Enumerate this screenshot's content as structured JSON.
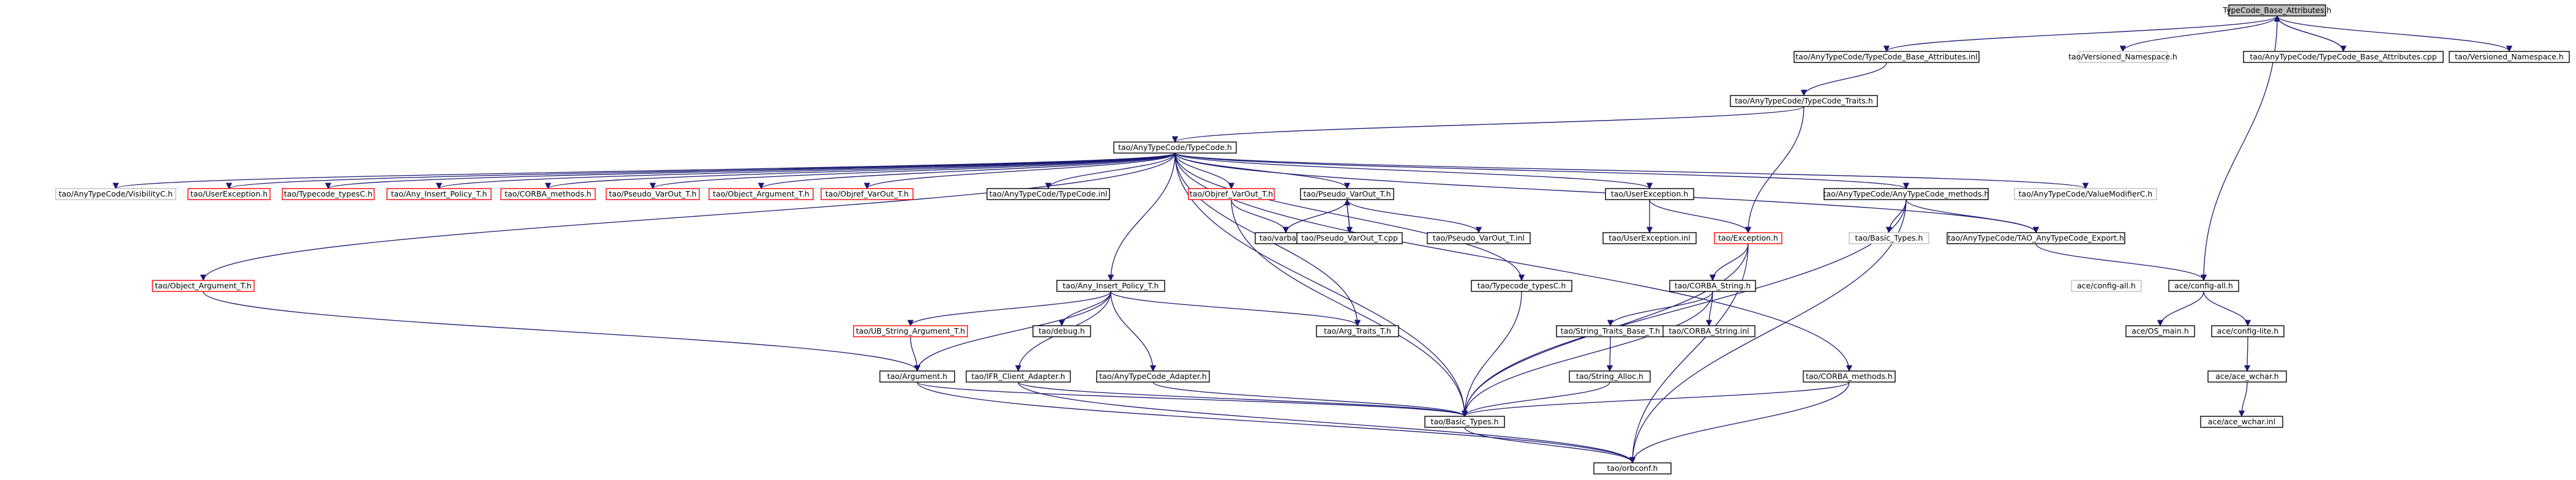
{
  "nodes": [
    {
      "id": "root",
      "label": "TypeCode_Base_Attributes.h",
      "style": "root"
    },
    {
      "id": "tbai",
      "label": "tao/AnyTypeCode/TypeCode_Base_Attributes.inl",
      "style": "black"
    },
    {
      "id": "vns1",
      "label": "tao/Versioned_Namespace.h",
      "style": "gray"
    },
    {
      "id": "tbacpp",
      "label": "tao/AnyTypeCode/TypeCode_Base_Attributes.cpp",
      "style": "black"
    },
    {
      "id": "vns2",
      "label": "tao/Versioned_Namespace.h",
      "style": "black"
    },
    {
      "id": "traits",
      "label": "tao/AnyTypeCode/TypeCode_Traits.h",
      "style": "black"
    },
    {
      "id": "typecode",
      "label": "tao/AnyTypeCode/TypeCode.h",
      "style": "black"
    },
    {
      "id": "visc",
      "label": "tao/AnyTypeCode/VisibilityC.h",
      "style": "gray"
    },
    {
      "id": "uexc",
      "label": "tao/UserException.h",
      "style": "red"
    },
    {
      "id": "tctypesc",
      "label": "tao/Typecode_typesC.h",
      "style": "red"
    },
    {
      "id": "anyins",
      "label": "tao/Any_Insert_Policy_T.h",
      "style": "red"
    },
    {
      "id": "corbam",
      "label": "tao/CORBA_methods.h",
      "style": "red"
    },
    {
      "id": "pvo",
      "label": "tao/Pseudo_VarOut_T.h",
      "style": "red"
    },
    {
      "id": "objargs",
      "label": "tao/Object_Argument_T.h",
      "style": "red"
    },
    {
      "id": "objrefvo",
      "label": "tao/Objref_VarOut_T.h",
      "style": "red"
    },
    {
      "id": "tcinl",
      "label": "tao/AnyTypeCode/TypeCode.inl",
      "style": "black"
    },
    {
      "id": "objrefvo2",
      "label": "tao/Objref_VarOut_T.h",
      "style": "red"
    },
    {
      "id": "pvo2",
      "label": "tao/Pseudo_VarOut_T.h",
      "style": "black"
    },
    {
      "id": "uexc2",
      "label": "tao/UserException.h",
      "style": "black"
    },
    {
      "id": "atcm",
      "label": "tao/AnyTypeCode/AnyTypeCode_methods.h",
      "style": "black"
    },
    {
      "id": "vmodc",
      "label": "tao/AnyTypeCode/ValueModifierC.h",
      "style": "gray"
    },
    {
      "id": "objarg2",
      "label": "tao/Object_Argument_T.h",
      "style": "red"
    },
    {
      "id": "varbase",
      "label": "tao/varbase.h",
      "style": "black"
    },
    {
      "id": "pvocpp",
      "label": "tao/Pseudo_VarOut_T.cpp",
      "style": "black"
    },
    {
      "id": "pvoinl",
      "label": "tao/Pseudo_VarOut_T.inl",
      "style": "black"
    },
    {
      "id": "uexcinl",
      "label": "tao/UserException.inl",
      "style": "black"
    },
    {
      "id": "exch",
      "label": "tao/Exception.h",
      "style": "red"
    },
    {
      "id": "basict1",
      "label": "tao/Basic_Types.h",
      "style": "gray"
    },
    {
      "id": "export",
      "label": "tao/AnyTypeCode/TAO_AnyTypeCode_Export.h",
      "style": "black"
    },
    {
      "id": "anyins2",
      "label": "tao/Any_Insert_Policy_T.h",
      "style": "black"
    },
    {
      "id": "tctypesc2",
      "label": "tao/Typecode_typesC.h",
      "style": "black"
    },
    {
      "id": "cstr",
      "label": "tao/CORBA_String.h",
      "style": "black"
    },
    {
      "id": "acecfgall1",
      "label": "ace/config-all.h",
      "style": "gray"
    },
    {
      "id": "acecfgall2",
      "label": "ace/config-all.h",
      "style": "black"
    },
    {
      "id": "ubstr",
      "label": "tao/UB_String_Argument_T.h",
      "style": "red"
    },
    {
      "id": "debug",
      "label": "tao/debug.h",
      "style": "black"
    },
    {
      "id": "argtraits",
      "label": "tao/Arg_Traits_T.h",
      "style": "black"
    },
    {
      "id": "strtraits",
      "label": "tao/String_Traits_Base_T.h",
      "style": "black"
    },
    {
      "id": "cstrinl",
      "label": "tao/CORBA_String.inl",
      "style": "black"
    },
    {
      "id": "aceos",
      "label": "ace/OS_main.h",
      "style": "black"
    },
    {
      "id": "acelite",
      "label": "ace/config-lite.h",
      "style": "black"
    },
    {
      "id": "argument",
      "label": "tao/Argument.h",
      "style": "black"
    },
    {
      "id": "ifr",
      "label": "tao/IFR_Client_Adapter.h",
      "style": "black"
    },
    {
      "id": "atcadapter",
      "label": "tao/AnyTypeCode_Adapter.h",
      "style": "black"
    },
    {
      "id": "stralloc",
      "label": "tao/String_Alloc.h",
      "style": "black"
    },
    {
      "id": "corbam2",
      "label": "tao/CORBA_methods.h",
      "style": "black"
    },
    {
      "id": "acewchar",
      "label": "ace/ace_wchar.h",
      "style": "black"
    },
    {
      "id": "basict",
      "label": "tao/Basic_Types.h",
      "style": "black"
    },
    {
      "id": "acewcharinl",
      "label": "ace/ace_wchar.inl",
      "style": "black"
    },
    {
      "id": "orbconf",
      "label": "tao/orbconf.h",
      "style": "black"
    }
  ]
}
